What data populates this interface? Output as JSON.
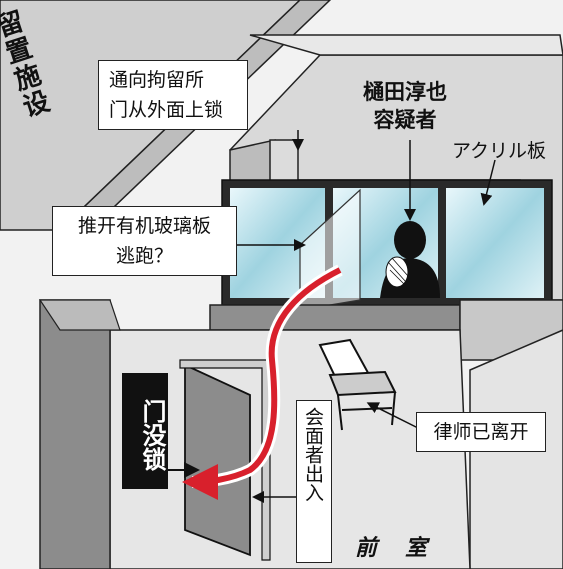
{
  "labels": {
    "facility": "留置施设",
    "door_lock_line1": "通向拘留所",
    "door_lock_line2": "门从外面上锁",
    "suspect_line1": "樋田淳也",
    "suspect_line2": "容疑者",
    "acrylic": "アクリル板",
    "escape_line1": "推开有机玻璃板",
    "escape_line2": "逃跑？",
    "door_unlocked": "门没锁",
    "lawyer_left": "律师已离开",
    "visitor_entry": "会面者出入",
    "front_room": "前室"
  },
  "colors": {
    "escape_arrow": "#d8202c",
    "glass": "#bfe3ec",
    "wall": "#d9d9d9",
    "door": "#8c8c8c"
  }
}
